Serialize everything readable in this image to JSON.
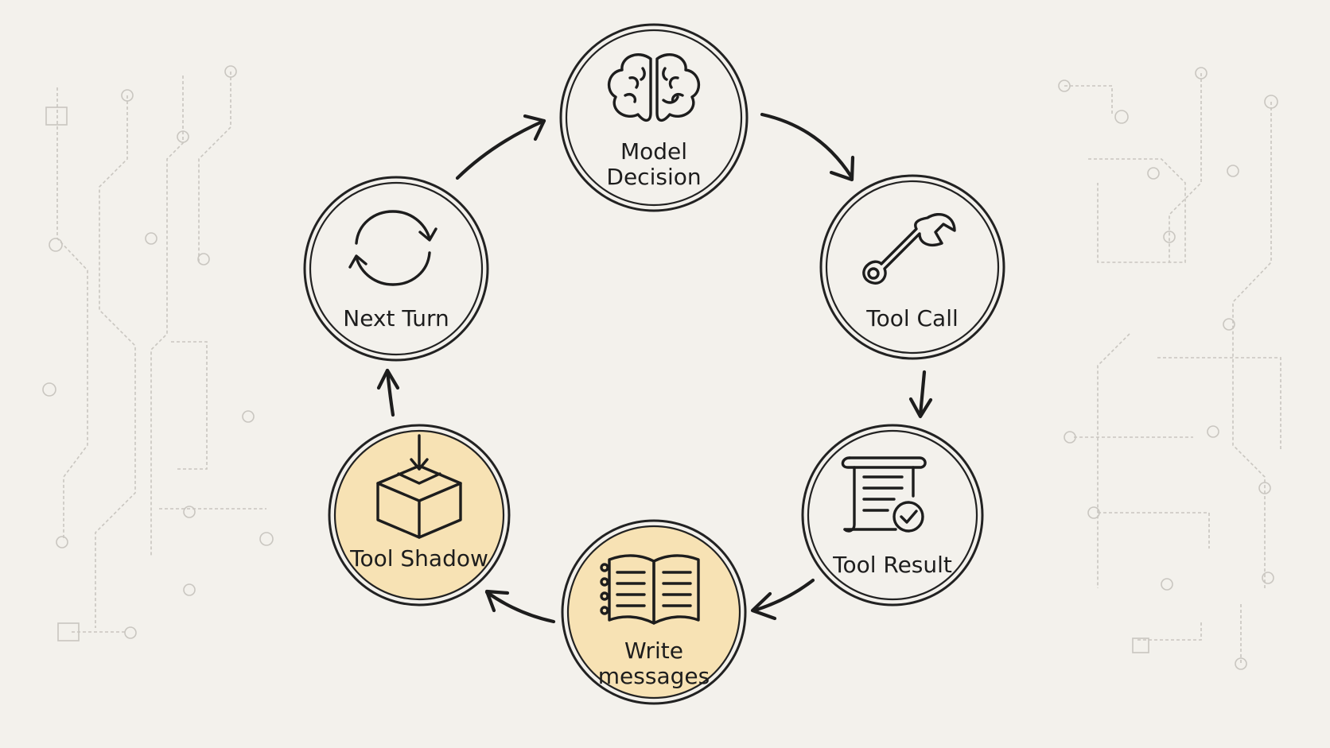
{
  "nodes": [
    {
      "id": "model-decision",
      "lines": [
        "Model",
        "Decision"
      ],
      "icon": "brain-icon",
      "highlighted": false
    },
    {
      "id": "tool-call",
      "lines": [
        "Tool Call"
      ],
      "icon": "wrench-icon",
      "highlighted": false
    },
    {
      "id": "tool-result",
      "lines": [
        "Tool Result"
      ],
      "icon": "scroll-check-icon",
      "highlighted": false
    },
    {
      "id": "write-messages",
      "lines": [
        "Write",
        "messages"
      ],
      "icon": "open-book-icon",
      "highlighted": true
    },
    {
      "id": "tool-shadow",
      "lines": [
        "Tool Shadow"
      ],
      "icon": "box-download-icon",
      "highlighted": true
    },
    {
      "id": "next-turn",
      "lines": [
        "Next Turn"
      ],
      "icon": "cycle-arrows-icon",
      "highlighted": false
    }
  ],
  "colors": {
    "background": "#f3f1ec",
    "node_fill": "#f3f1ec",
    "highlight_fill": "#f7e2b4",
    "stroke": "#1d1d1d",
    "circuit": "#c9c6c0"
  }
}
